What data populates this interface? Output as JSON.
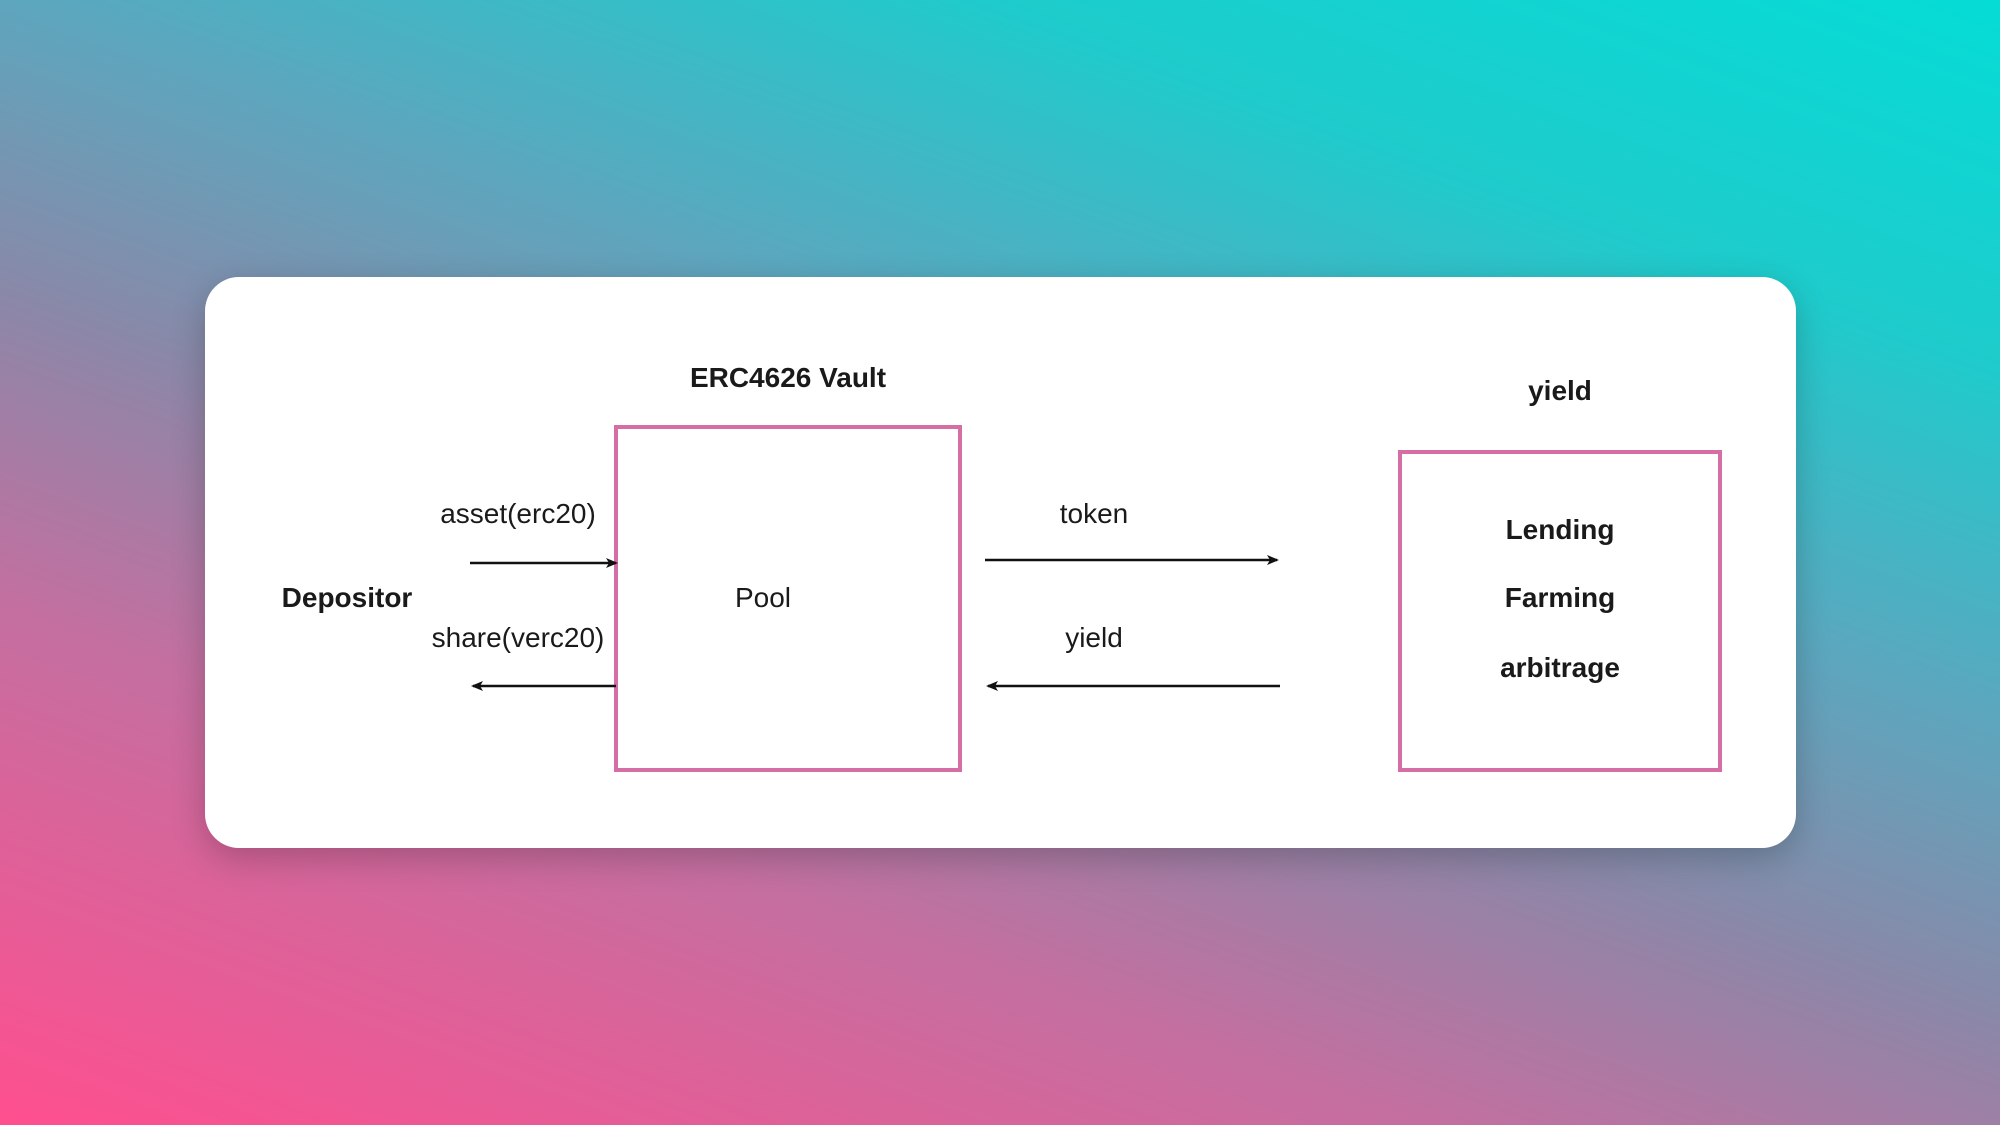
{
  "diagram": {
    "vault_title": "ERC4626 Vault",
    "pool_label": "Pool",
    "depositor_label": "Depositor",
    "asset_label": "asset(erc20)",
    "share_label": "share(verc20)",
    "token_label": "token",
    "yield_flow_label": "yield",
    "yield_title": "yield",
    "strategies": [
      "Lending",
      "Farming",
      "arbitrage"
    ],
    "colors": {
      "box_border": "#d46ea4",
      "arrow": "#111111",
      "card": "#ffffff"
    }
  }
}
